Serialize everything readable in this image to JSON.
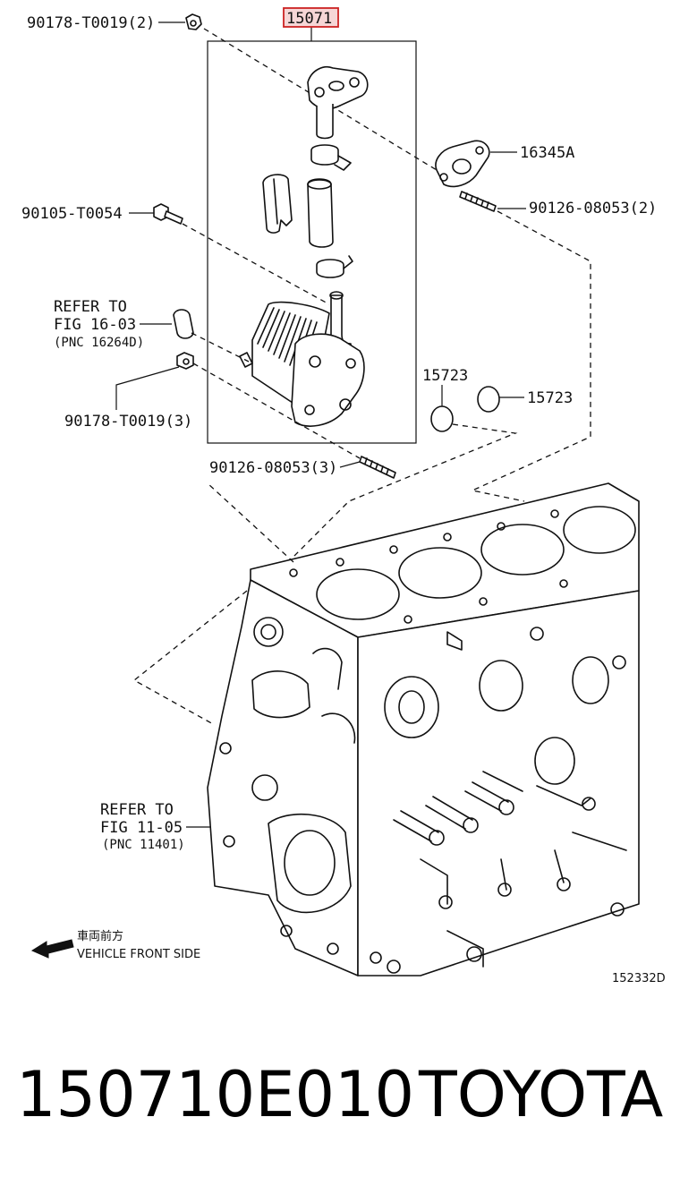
{
  "diagram": {
    "callouts": {
      "main_part": "15071",
      "bolt_top": "90178-T0019(2)",
      "gasket": "16345A",
      "stud_right": "90126-08053(2)",
      "bolt_left": "90105-T0054",
      "refer1_line1": "REFER TO",
      "refer1_line2": "FIG 16-03",
      "refer1_line3": "(PNC 16264D)",
      "oring_a": "15723",
      "oring_b": "15723",
      "nut_bottom": "90178-T0019(3)",
      "stud_bottom": "90126-08053(3)",
      "refer2_line1": "REFER TO",
      "refer2_line2": "FIG 11-05",
      "refer2_line3": "(PNC 11401)",
      "front_jp": "車両前方",
      "front_en": "VEHICLE FRONT SIDE",
      "illustration_id": "152332D"
    }
  },
  "footer": {
    "part_number": "150710E010",
    "brand": "TOYOTA"
  },
  "colors": {
    "line": "#111111",
    "highlight_box": "#cc2222",
    "highlight_fill": "#f6d6d6"
  }
}
